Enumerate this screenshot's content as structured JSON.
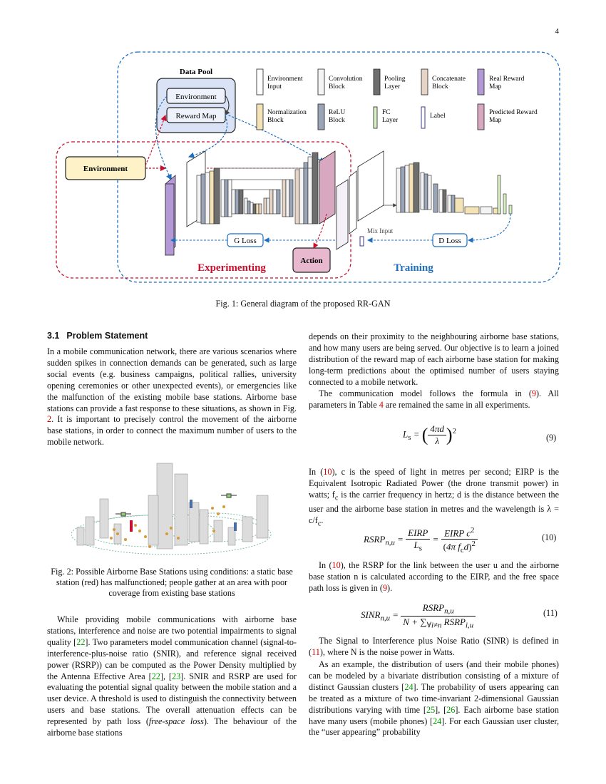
{
  "page_number": "4",
  "figure1": {
    "data_pool_title": "Data Pool",
    "pool_environment": "Environment",
    "pool_reward_map": "Reward Map",
    "environment_block": "Environment",
    "legend": [
      {
        "label": "Environment Input",
        "color": "#ffffff"
      },
      {
        "label": "Convolution Block",
        "color": "#f4f4f4"
      },
      {
        "label": "Pooling Layer",
        "color": "#6e6e6e"
      },
      {
        "label": "Concatenate Block",
        "color": "#e6d4c6"
      },
      {
        "label": "Real Reward Map",
        "color": "#b39ad6"
      },
      {
        "label": "Normalization Block",
        "color": "#f5e3b8"
      },
      {
        "label": "ReLU Block",
        "color": "#9aa6b8"
      },
      {
        "label": "FC Layer",
        "color": "#d8efc4"
      },
      {
        "label": "Label",
        "color": "#ffffff"
      },
      {
        "label": "Predicted Reward Map",
        "color": "#d8a8c0"
      }
    ],
    "g_loss": "G Loss",
    "d_loss": "D Loss",
    "mix_input": "Mix Input",
    "action": "Action",
    "experimenting": "Experimenting",
    "training": "Training",
    "caption": "Fig. 1: General diagram of the proposed RR-GAN",
    "colors": {
      "experimenting": "#c8102e",
      "training": "#1f6fbf",
      "pool_bg": "#d9e3f5",
      "env_bg": "#fdf2c8",
      "action_bg": "#e8b8cf"
    }
  },
  "section": {
    "number": "3.1",
    "title": "Problem Statement"
  },
  "left_p1": "In a mobile communication network, there are various scenarios where sudden spikes in connection demands can be generated, such as large social events (e.g. business campaigns, political rallies, university opening ceremonies or other unexpected events), or emergencies like the malfunction of the existing mobile base stations. Airborne base stations can provide a fast response to these situations, as shown in Fig. ",
  "left_p1_ref": "2",
  "left_p1_end": ". It is important to precisely control the movement of the airborne base stations, in order to connect the maximum number of users to the mobile network.",
  "fig2_caption": "Fig. 2: Possible Airborne Base Stations using conditions: a static base station (red) has malfunctioned; people gather at an area with poor coverage from existing base stations",
  "left_p2": {
    "a": "While providing mobile communications with airborne base stations, interference and noise are two potential impairments to signal quality [",
    "r1": "22",
    "b": "]. Two parameters model communication channel (signal-to-interference-plus-noise ratio (SNIR), and reference signal received power (RSRP)) can be computed as the Power Density multiplied by the Antenna Effective Area [",
    "r2": "22",
    "c": "], [",
    "r3": "23",
    "d": "]. SNIR and RSRP are used for evaluating the potential signal quality between the mobile station and a user device. A threshold is used to distinguish the connectivity between users and base stations. The overall attenuation effects can be represented by path loss (",
    "em": "free-space loss",
    "e": "). The behaviour of the airborne base stations"
  },
  "right_p1": "depends on their proximity to the neighbouring airborne base stations, and how many users are being served. Our objective is to learn a joined distribution of the reward map of each airborne base station for making long-term predictions about the optimised number of users staying connected to a mobile network.",
  "right_p2": {
    "a": "The communication model follows the formula in (",
    "r1": "9",
    "b": "). All parameters in Table ",
    "r2": "4",
    "c": " are remained the same in all experiments."
  },
  "eq9_no": "(9)",
  "right_p3": {
    "a": "In (",
    "r1": "10",
    "b": "), c is the speed of light in metres per second; EIRP is the Equivalent Isotropic Radiated Power (the drone transmit power) in watts; f",
    "sub": "c",
    "c": " is the carrier frequency in hertz; d is the distance between the user and the airborne base station in metres and the wavelength is λ = c/f",
    "d": "."
  },
  "eq10_no": "(10)",
  "right_p4": {
    "a": "In (",
    "r1": "10",
    "b": "), the RSRP for the link between the user u and the airborne base station n is calculated according to the EIRP, and the free space path loss is given in (",
    "r2": "9",
    "c": ")."
  },
  "eq11_no": "(11)",
  "right_p5": {
    "a": "The Signal to Interference plus Noise Ratio (SINR) is defined in (",
    "r1": "11",
    "b": "), where N is the noise power in Watts."
  },
  "right_p6": {
    "a": "As an example, the distribution of users (and their mobile phones) can be modeled by a bivariate distribution consisting of a mixture of distinct Gaussian clusters [",
    "r1": "24",
    "b": "]. The probability of users appearing can be treated as a mixture of two time-invariant 2-dimensional Gaussian distributions varying with time [",
    "r2": "25",
    "c": "], [",
    "r3": "26",
    "d": "]. Each airborne base station have many users (mobile phones) [",
    "r4": "24",
    "e": "]. For each Gaussian user cluster, the “user appearing” probability"
  }
}
